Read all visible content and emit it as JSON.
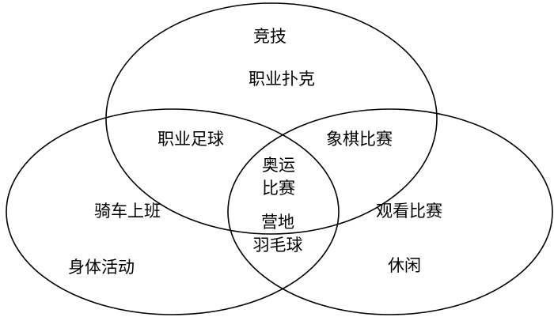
{
  "sets": [
    {
      "name": "竞技",
      "secondary": "职业扑克"
    },
    {
      "name": "身体活动",
      "secondary": "骑车上班"
    },
    {
      "name": "休闲",
      "secondary": "观看比赛"
    }
  ],
  "intersections": {
    "competitive_physical": "职业足球",
    "competitive_leisure": "象棋比赛",
    "physical_leisure_line1": "营地",
    "physical_leisure_line2": "羽毛球",
    "all_three_line1": "奥运",
    "all_three_line2": "比赛"
  }
}
